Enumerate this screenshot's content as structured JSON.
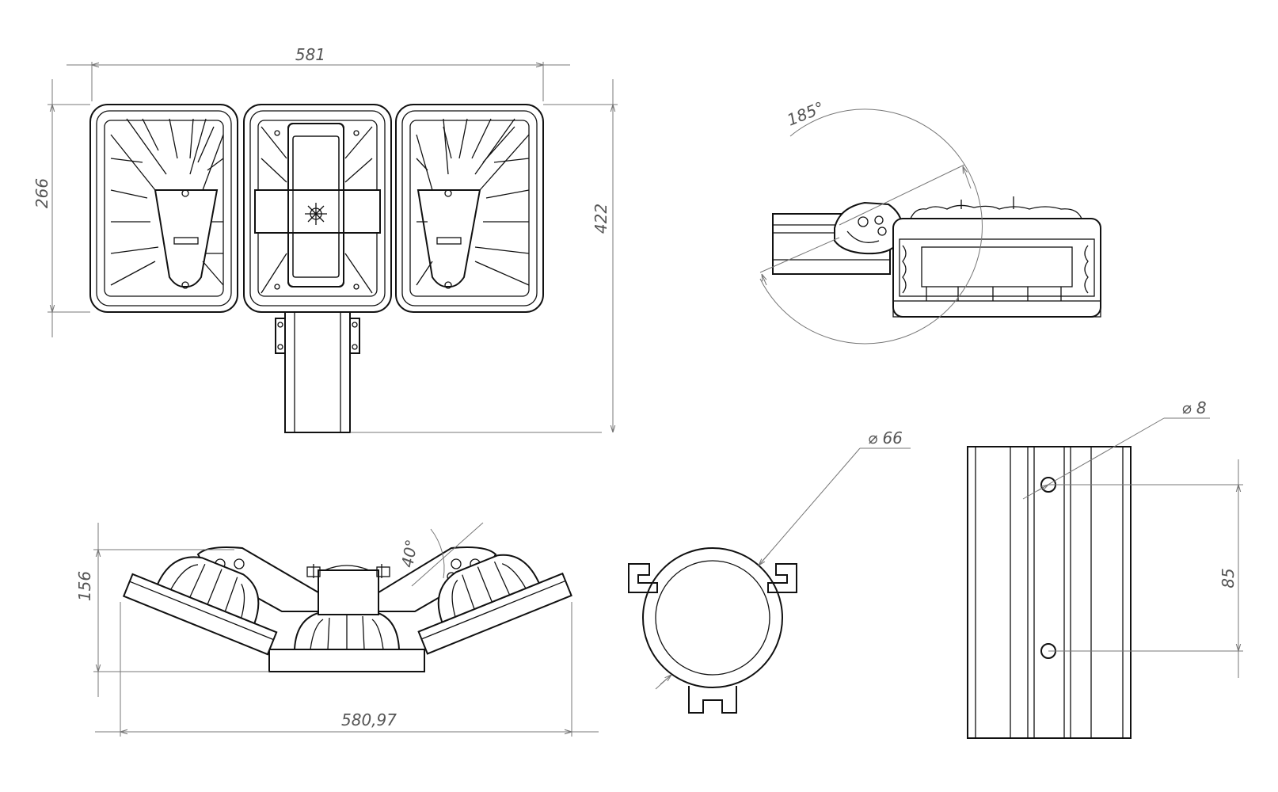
{
  "dimensions": {
    "top_width": "581",
    "top_height_lamp": "266",
    "top_height_total": "422",
    "rotation_angle": "185°",
    "tilt_angle": "40°",
    "front_height": "156",
    "front_width": "580,97",
    "pipe_diameter": "⌀ 66",
    "hole_diameter": "⌀ 8",
    "hole_spacing": "85"
  },
  "colors": {
    "line": "#111111",
    "dimension": "#777777",
    "text": "#555555",
    "background": "#ffffff"
  }
}
